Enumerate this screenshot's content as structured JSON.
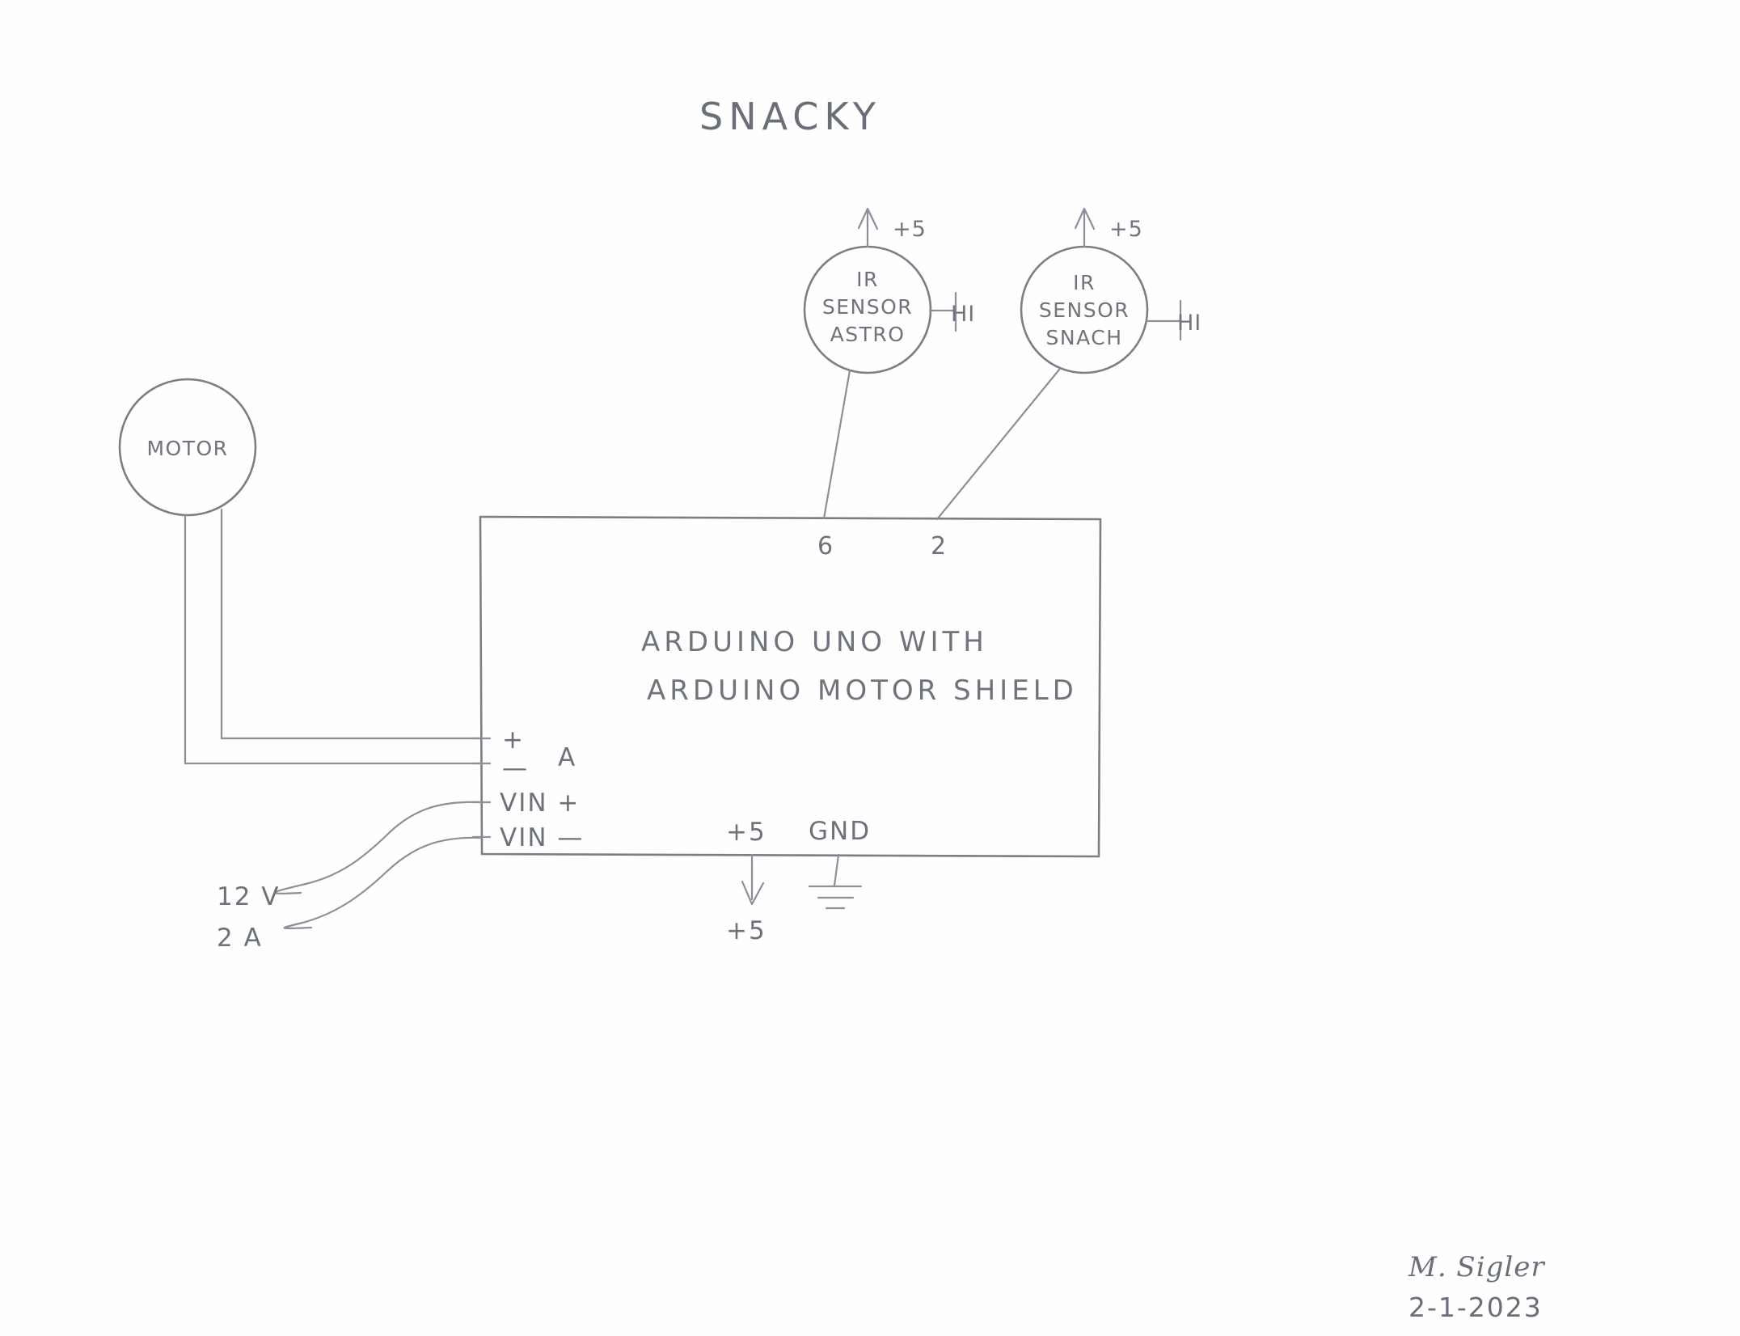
{
  "sheet": {
    "title": "SNACKY",
    "background_color": "#fefefe",
    "pencil_color": "#7a7e87"
  },
  "motor": {
    "label": "MOTOR"
  },
  "sensors": [
    {
      "line1": "IR",
      "line2": "SENSOR",
      "line3": "ASTRO",
      "supply_label": "+5",
      "output_label": "HI",
      "pin_label": "6"
    },
    {
      "line1": "IR",
      "line2": "SENSOR",
      "line3": "SNACH",
      "supply_label": "+5",
      "output_label": "HI",
      "pin_label": "2"
    }
  ],
  "board": {
    "line1": "ARDUINO  UNO  WITH",
    "line2": "ARDUINO  MOTOR  SHIELD",
    "terminals": {
      "plus": "+",
      "minus": "—",
      "channel": "A",
      "vin_plus": "VIN +",
      "vin_minus": "VIN —"
    },
    "bottom_rails": {
      "five_volt_top": "+5",
      "five_volt_bottom": "+5",
      "gnd": "GND"
    }
  },
  "power_supply": {
    "voltage": "12 V",
    "current": "2 A"
  },
  "signature": {
    "name": "M. Sigler",
    "date": "2-1-2023"
  }
}
